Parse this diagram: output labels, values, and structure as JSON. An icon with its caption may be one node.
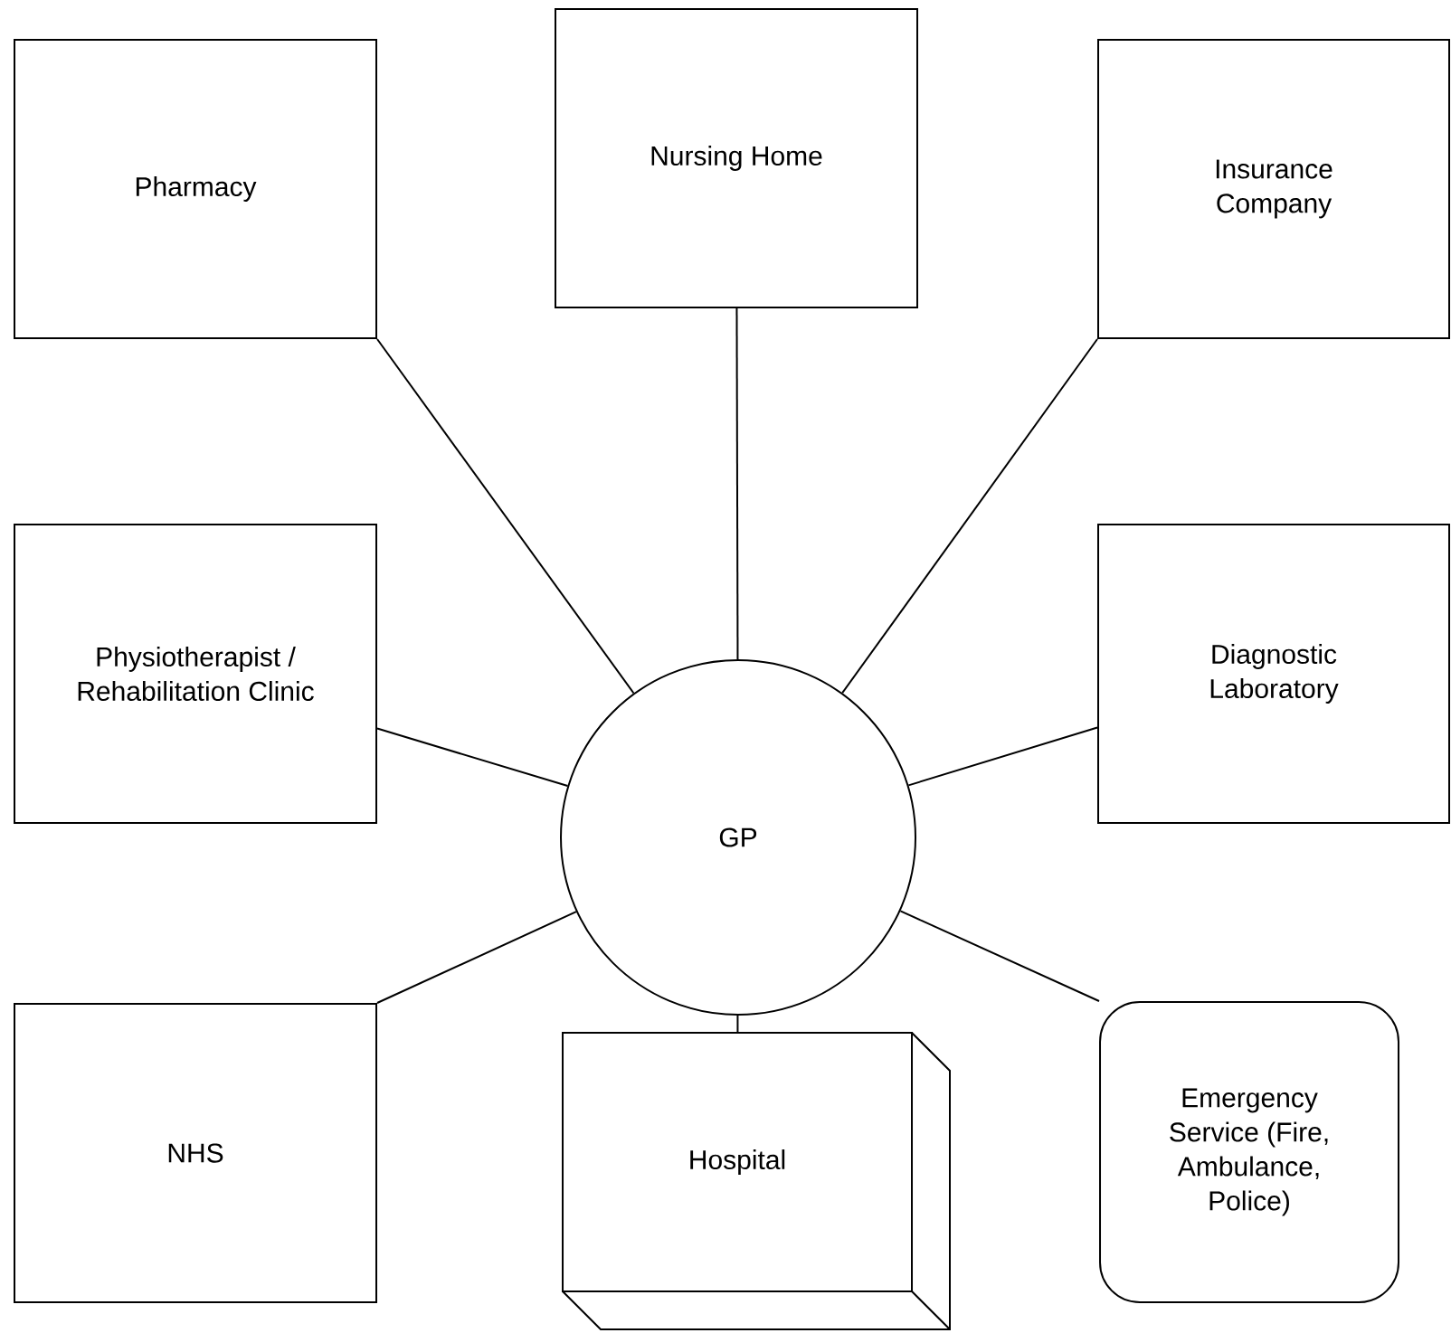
{
  "diagram": {
    "nodes": [
      {
        "text": [
          "GP"
        ]
      },
      {
        "text": [
          "Pharmacy"
        ]
      },
      {
        "text": [
          "Nursing Home"
        ]
      },
      {
        "text": [
          "Insurance Company"
        ]
      },
      {
        "text": [
          "Physiotherapist / Rehabilitation Clinic"
        ]
      },
      {
        "text": [
          "Diagnostic Laboratory"
        ]
      },
      {
        "text": [
          "NHS"
        ]
      },
      {
        "text": [
          "Hospital"
        ]
      },
      {
        "text": [
          "Emergency Service (Fire, Ambulance, Police)"
        ]
      }
    ],
    "edges": [
      {
        "from": 0,
        "to": 1,
        "arrow": "none"
      },
      {
        "from": 0,
        "to": 2,
        "arrow": "none"
      },
      {
        "from": 0,
        "to": 3,
        "arrow": "none"
      },
      {
        "from": 0,
        "to": 4,
        "arrow": "none"
      },
      {
        "from": 0,
        "to": 5,
        "arrow": "none"
      },
      {
        "from": 0,
        "to": 6,
        "arrow": "none"
      },
      {
        "from": 0,
        "to": 7,
        "arrow": "none"
      },
      {
        "from": 0,
        "to": 8,
        "arrow": "none"
      }
    ]
  }
}
